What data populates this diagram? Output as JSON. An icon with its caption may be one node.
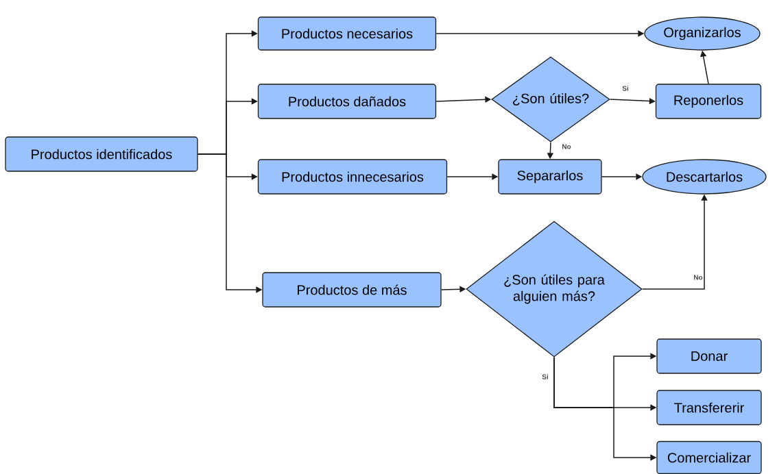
{
  "diagram": {
    "nodes": [
      {
        "text": [
          "Productos identificados"
        ]
      },
      {
        "text": [
          "Productos necesarios"
        ]
      },
      {
        "text": [
          "Productos dañados"
        ]
      },
      {
        "text": [
          "Productos innecesarios"
        ]
      },
      {
        "text": [
          "Productos de más"
        ]
      },
      {
        "text": [
          "Organizarlos"
        ]
      },
      {
        "text": [
          "¿Son útiles?"
        ]
      },
      {
        "text": [
          "Reponerlos"
        ]
      },
      {
        "text": [
          "Separarlos"
        ]
      },
      {
        "text": [
          "Descartarlos"
        ]
      },
      {
        "text": [
          "¿Son útiles para alguien más?"
        ]
      },
      {
        "text": [
          "Donar"
        ]
      },
      {
        "text": [
          "Transfererir"
        ]
      },
      {
        "text": [
          "Comercializar"
        ]
      }
    ],
    "edges": [
      {
        "from": 0,
        "to": 1,
        "arrow": "to"
      },
      {
        "from": 0,
        "to": 2,
        "arrow": "to"
      },
      {
        "from": 0,
        "to": 3,
        "arrow": "to"
      },
      {
        "from": 0,
        "to": 4,
        "arrow": "to"
      },
      {
        "from": 1,
        "to": 5,
        "arrow": "to"
      },
      {
        "from": 2,
        "to": 6,
        "arrow": "to"
      },
      {
        "from": 6,
        "to": 7,
        "arrow": "to",
        "label": "Si"
      },
      {
        "from": 7,
        "to": 5,
        "arrow": "to"
      },
      {
        "from": 6,
        "to": 8,
        "arrow": "to",
        "label": "No"
      },
      {
        "from": 3,
        "to": 8,
        "arrow": "to"
      },
      {
        "from": 8,
        "to": 9,
        "arrow": "to"
      },
      {
        "from": 4,
        "to": 10,
        "arrow": "to"
      },
      {
        "from": 10,
        "to": 9,
        "arrow": "to",
        "label": "No"
      },
      {
        "from": 10,
        "to": 11,
        "arrow": "to"
      },
      {
        "from": 10,
        "to": 12,
        "arrow": "to",
        "label": "Si"
      },
      {
        "from": 10,
        "to": 13,
        "arrow": "to"
      }
    ]
  }
}
